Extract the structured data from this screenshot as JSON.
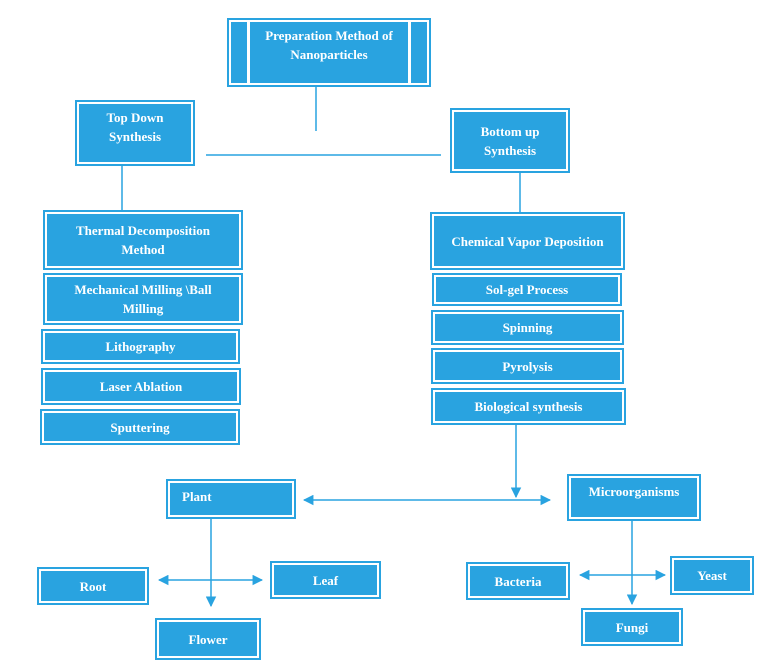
{
  "colors": {
    "box_fill": "#29a3e0",
    "line": "#29a3e0",
    "inner_border": "#ffffff"
  },
  "nodes": {
    "root": "Preparation Method of Nanoparticles",
    "top_down": "Top Down Synthesis",
    "bottom_up": "Bottom up Synthesis",
    "top_down_methods": [
      "Thermal Decomposition Method",
      "Mechanical Milling \\Ball Milling",
      "Lithography",
      "Laser Ablation",
      "Sputtering"
    ],
    "bottom_up_methods": [
      "Chemical Vapor Deposition",
      "Sol-gel Process",
      "Spinning",
      "Pyrolysis",
      "Biological synthesis"
    ],
    "plant": "Plant",
    "microorganisms": "Microorganisms",
    "plant_parts": [
      "Root",
      "Leaf",
      "Flower"
    ],
    "microbe_types": [
      "Bacteria",
      "Yeast",
      "Fungi"
    ]
  }
}
